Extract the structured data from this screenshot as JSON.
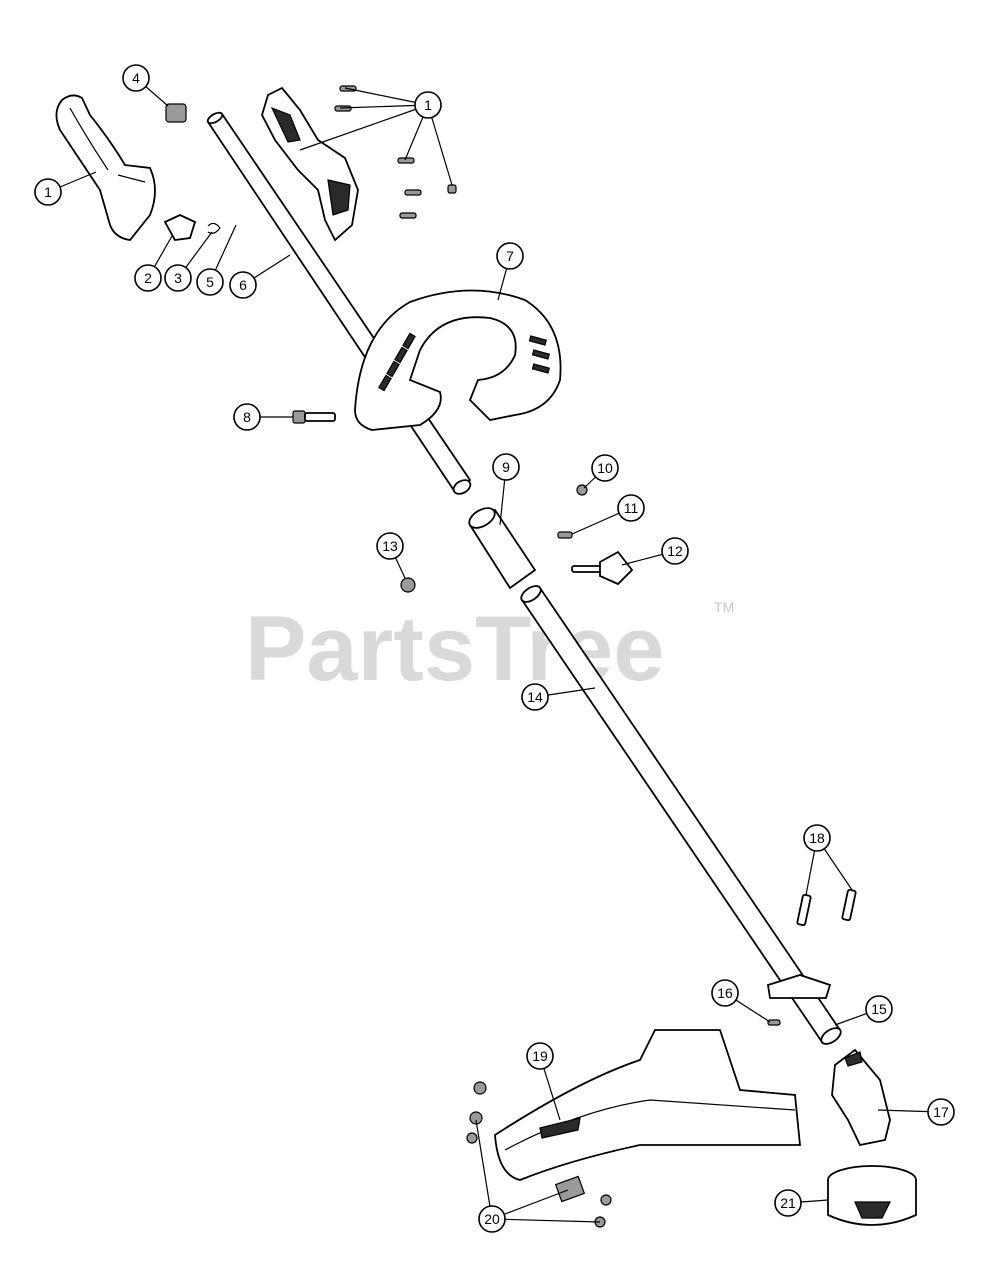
{
  "watermark": {
    "text": "PartsTree",
    "trademark": "TM"
  },
  "callouts": [
    {
      "label": "1"
    },
    {
      "label": "1"
    },
    {
      "label": "2"
    },
    {
      "label": "3"
    },
    {
      "label": "4"
    },
    {
      "label": "5"
    },
    {
      "label": "6"
    },
    {
      "label": "7"
    },
    {
      "label": "8"
    },
    {
      "label": "9"
    },
    {
      "label": "10"
    },
    {
      "label": "11"
    },
    {
      "label": "12"
    },
    {
      "label": "13"
    },
    {
      "label": "14"
    },
    {
      "label": "15"
    },
    {
      "label": "16"
    },
    {
      "label": "17"
    },
    {
      "label": "18"
    },
    {
      "label": "19"
    },
    {
      "label": "20"
    },
    {
      "label": "21"
    }
  ]
}
